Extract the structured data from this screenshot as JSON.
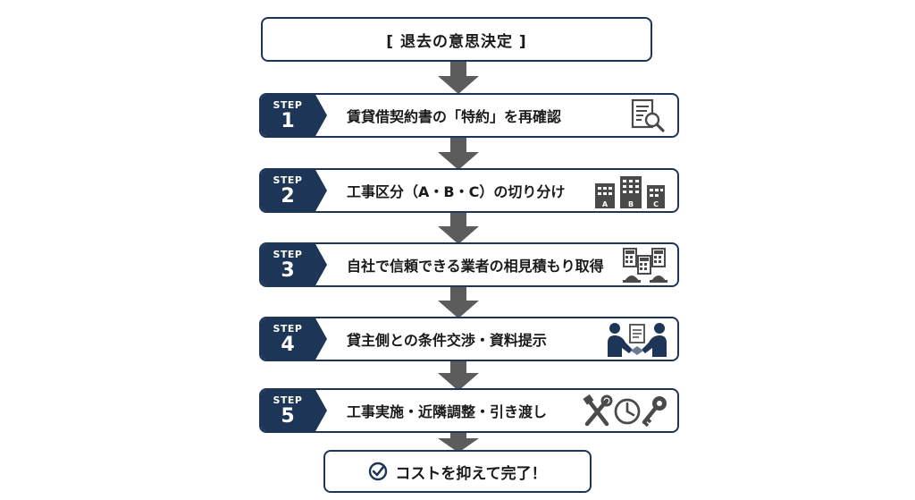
{
  "colors": {
    "navy": "#1d3557",
    "arrow": "#5c5c5c",
    "icon": "#4a4a4a"
  },
  "start": {
    "label": "[ 退去の意思決定 ]"
  },
  "steps": [
    {
      "word": "STEP",
      "number": "1",
      "label": "賃貸借契約書の「特約」を再確認",
      "icon": "document-search-icon"
    },
    {
      "word": "STEP",
      "number": "2",
      "label": "工事区分（A・B・C）の切り分け",
      "icon": "buildings-abc-icon",
      "icon_letters": [
        "A",
        "B",
        "C"
      ]
    },
    {
      "word": "STEP",
      "number": "3",
      "label": "自社で信頼できる業者の相見積もり取得",
      "icon": "calculators-helmets-icon"
    },
    {
      "word": "STEP",
      "number": "4",
      "label": "貸主側との条件交渉・資料提示",
      "icon": "handshake-document-icon"
    },
    {
      "word": "STEP",
      "number": "5",
      "label": "工事実施・近隣調整・引き渡し",
      "icon": "tools-clock-key-icon"
    }
  ],
  "end": {
    "label": "コストを抑えて完了！",
    "icon": "check-circle-icon"
  }
}
